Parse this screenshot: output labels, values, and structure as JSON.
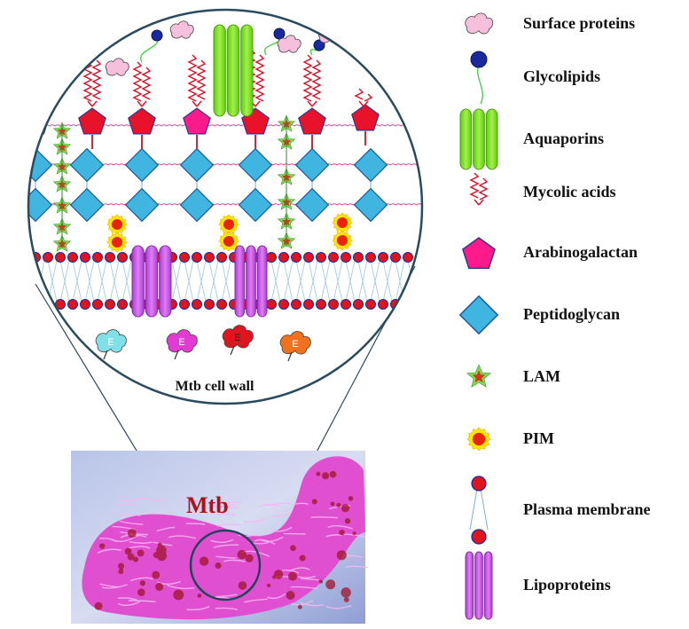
{
  "diagram": {
    "circle_caption": "Mtb cell wall",
    "photo_label": "Mtb",
    "enzyme_letter": "E",
    "legend": [
      {
        "label": "Surface proteins",
        "icon": "surface-protein-icon"
      },
      {
        "label": "Glycolipids",
        "icon": "glycolipid-icon"
      },
      {
        "label": "Aquaporins",
        "icon": "aquaporin-icon"
      },
      {
        "label": "Mycolic acids",
        "icon": "mycolic-acid-icon"
      },
      {
        "label": "Arabinogalactan",
        "icon": "arabinogalactan-icon"
      },
      {
        "label": "Peptidoglycan",
        "icon": "peptidoglycan-icon"
      },
      {
        "label": "LAM",
        "icon": "lam-icon"
      },
      {
        "label": "PIM",
        "icon": "pim-icon"
      },
      {
        "label": "Plasma membrane",
        "icon": "plasma-membrane-icon"
      },
      {
        "label": "Lipoproteins",
        "icon": "lipoprotein-icon"
      }
    ],
    "colors": {
      "circle_stroke": "#2a4a5e",
      "pentagon": "#e8132a",
      "pentagon_pink": "#ff1a8c",
      "diamond": "#3fb5e0",
      "aquaporin": "#7fe01a",
      "lipoprotein": "#c44fe0",
      "membrane_head": "#e0141f",
      "mtb_label": "#b01018"
    }
  }
}
